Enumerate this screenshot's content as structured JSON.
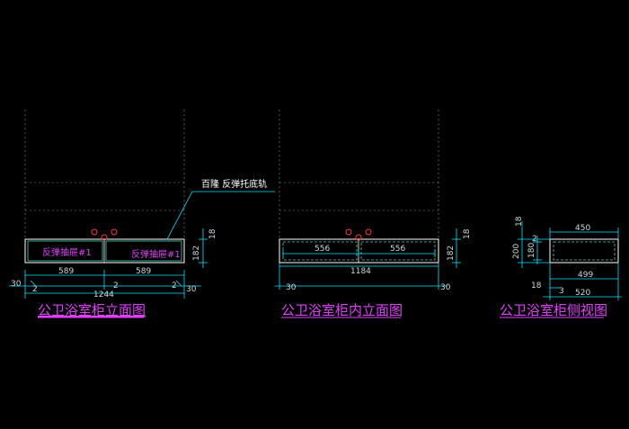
{
  "colors": {
    "background": "#000000",
    "outline": "#ffffff",
    "cabinet": "#4dd0c4",
    "dimension": "#00e5ff",
    "text_dim": "#cfd8dc",
    "magenta": "#e040fb",
    "handle": "#ff3b3b",
    "guide": "#8c8c8c"
  },
  "elevation": {
    "title": "公卫浴室柜立面图",
    "drawer_left_label": "反弹抽屉#1",
    "drawer_right_label": "反弹抽屉#1",
    "rail_callout": "百隆 反弹托底轨",
    "dim_height": "182",
    "dim_top": "18",
    "dim_left_width": "589",
    "dim_right_width": "589",
    "dim_total": "1244",
    "dim_gap_left": "2",
    "dim_gap_mid": "2",
    "dim_gap_right": "2",
    "dim_offset_left": "30",
    "dim_offset_right": "30"
  },
  "interior": {
    "title": "公卫浴室柜内立面图",
    "dim_left_width": "556",
    "dim_right_width": "556",
    "dim_total": "1184",
    "dim_height": "182",
    "dim_top": "18",
    "dim_offset_left": "30",
    "dim_offset_right": "30"
  },
  "side": {
    "title": "公卫浴室柜侧视图",
    "dim_top_depth": "450",
    "dim_inner_depth": "499",
    "dim_total_depth": "520",
    "dim_height": "200",
    "dim_inner_height": "180",
    "dim_top": "18",
    "dim_gap": "2",
    "dim_bottom_left": "18",
    "dim_bottom_right": "3"
  }
}
